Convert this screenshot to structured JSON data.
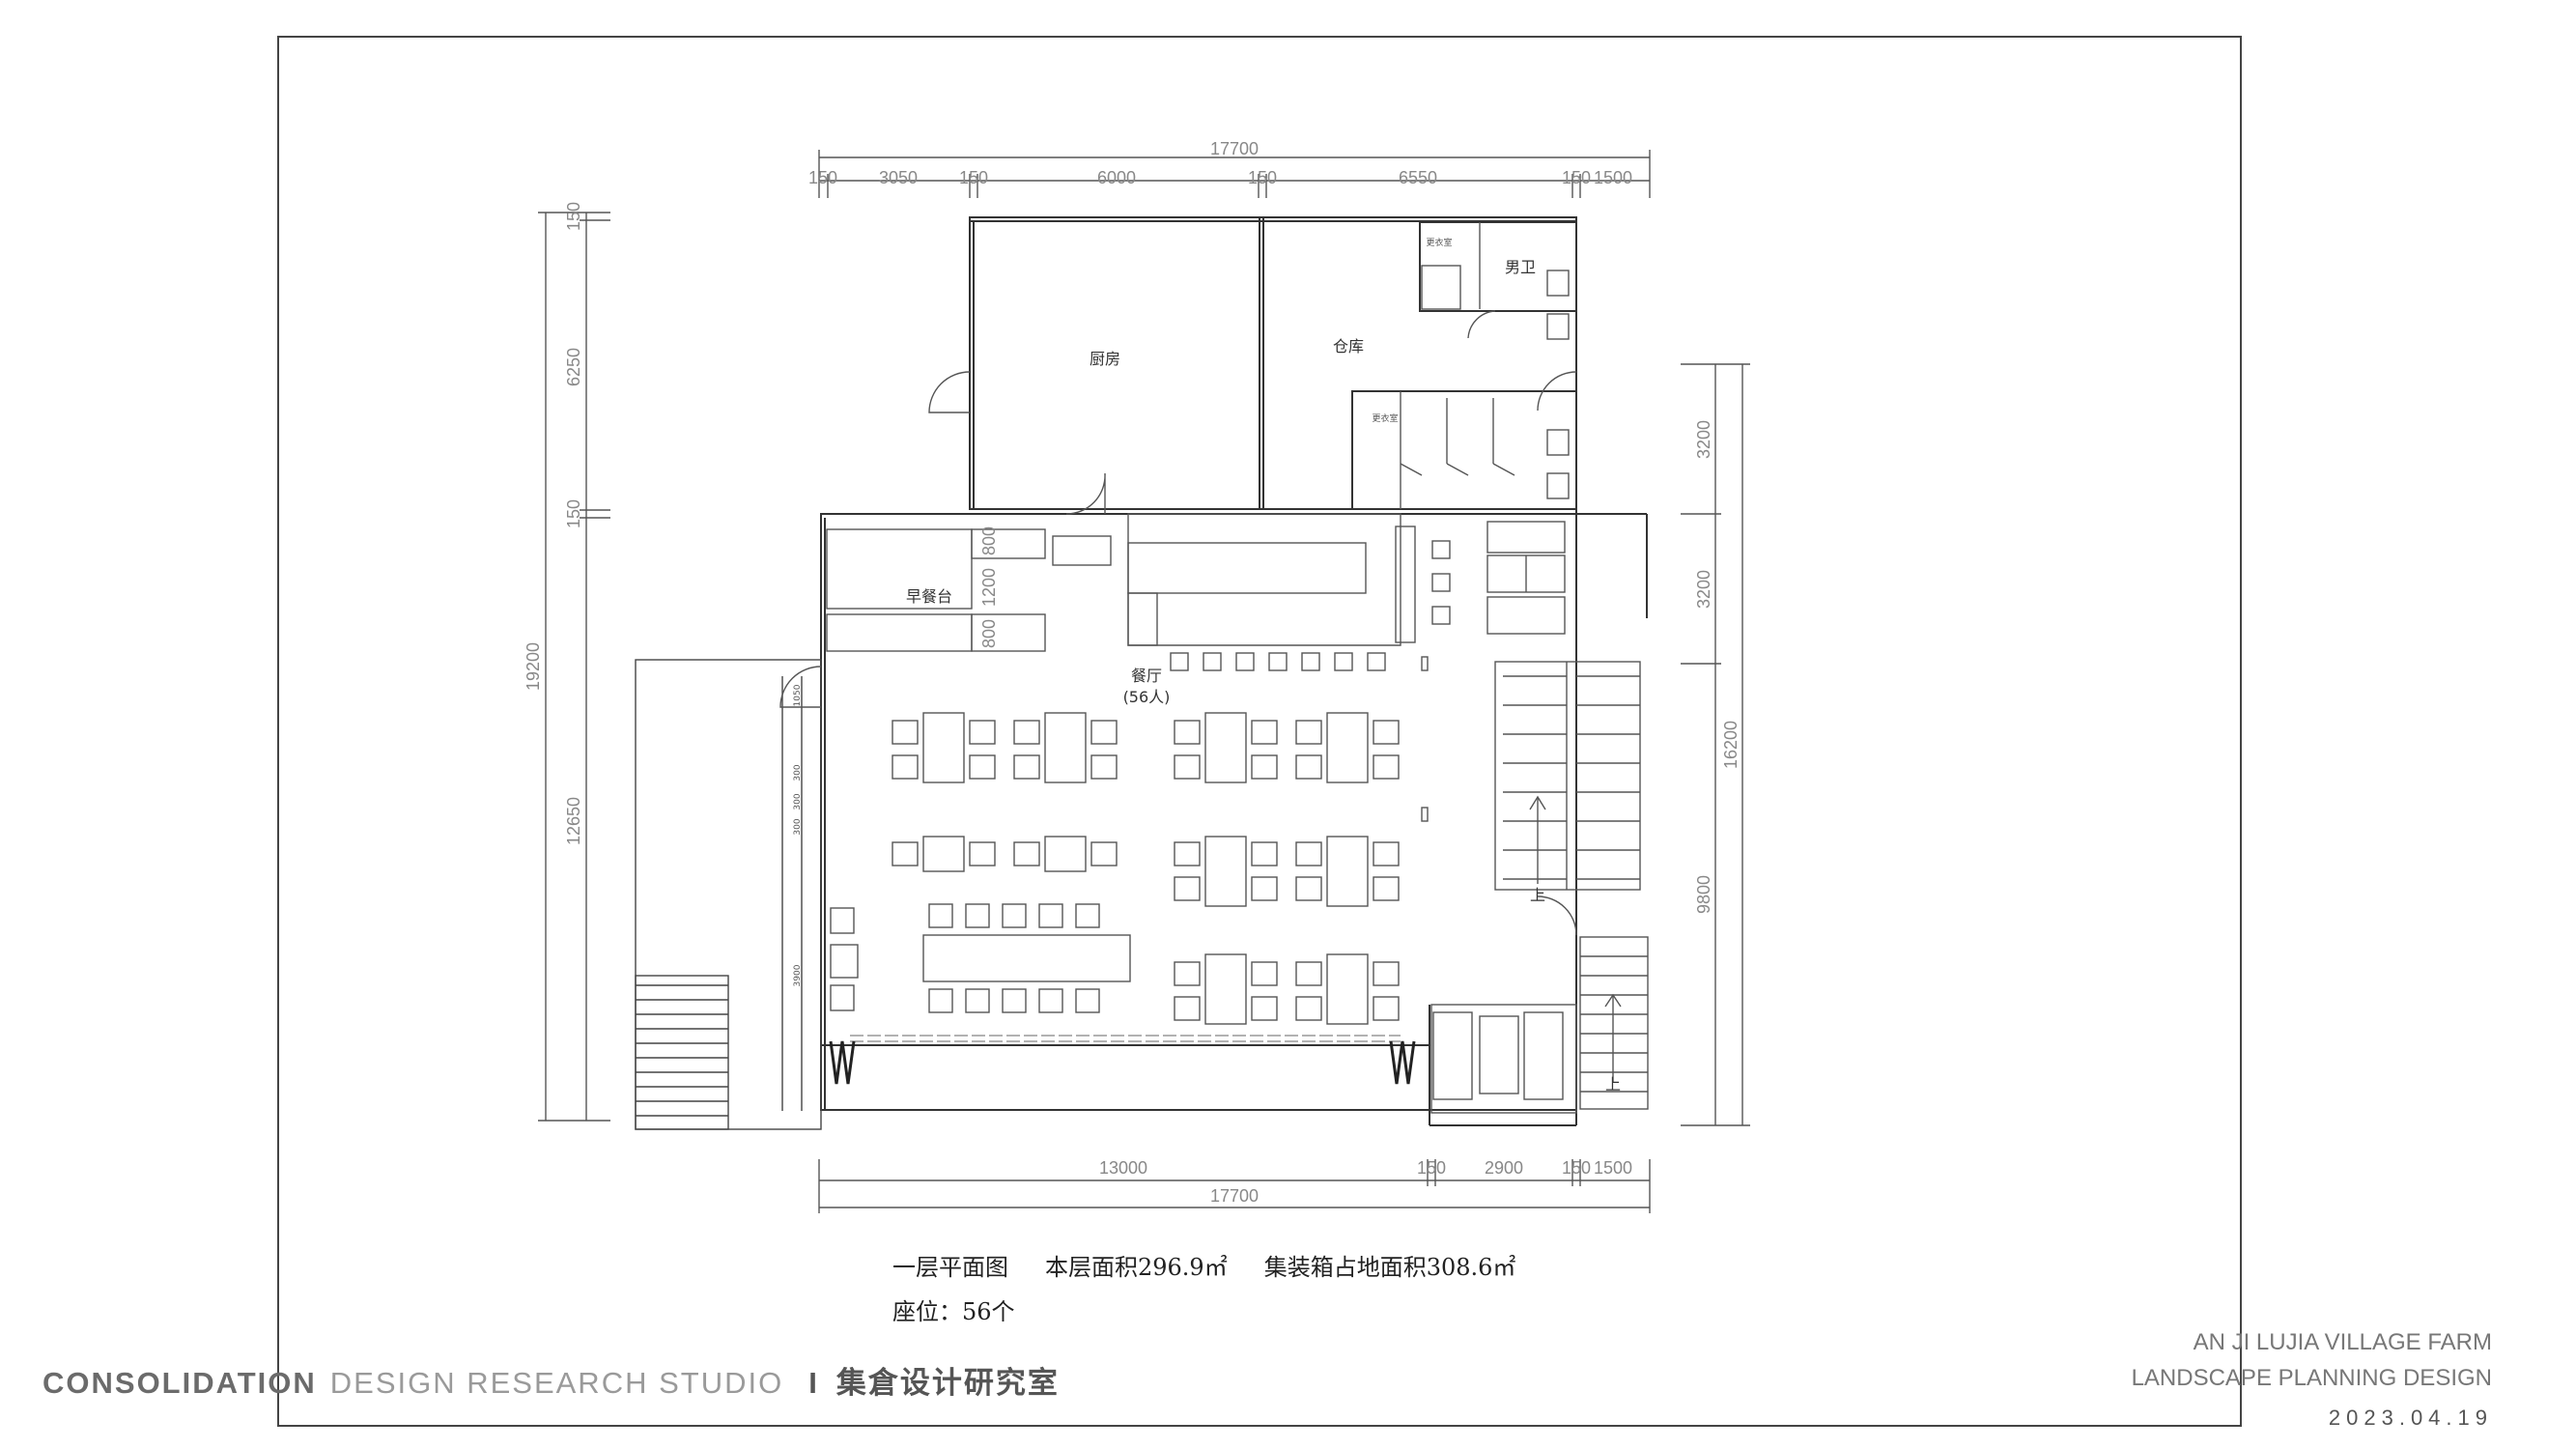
{
  "plan": {
    "rooms": {
      "kitchen": "厨房",
      "storage": "仓库",
      "mens_toilet": "男卫",
      "changing_1": "更衣室",
      "changing_2": "更衣室",
      "breakfast_counter": "早餐台",
      "dining_hall": "餐厅",
      "dining_capacity": "(56人)",
      "stair_up_1": "上",
      "stair_up_2": "上"
    },
    "dims_top": {
      "overall": "17700",
      "segments": [
        "150",
        "3050",
        "150",
        "6000",
        "150",
        "6550",
        "150",
        "1500"
      ]
    },
    "dims_bottom": {
      "overall": "17700",
      "segments": [
        "13000",
        "150",
        "2900",
        "150",
        "1500"
      ]
    },
    "dims_left": {
      "overall": "19200",
      "segments": [
        "150",
        "6250",
        "150",
        "12650"
      ]
    },
    "dims_right": {
      "overall": "16200",
      "segments": [
        "3200",
        "3200",
        "9800"
      ]
    },
    "dims_inner": [
      "800",
      "1200",
      "800"
    ],
    "dims_small": [
      "1050",
      "300",
      "300",
      "300",
      "3900"
    ]
  },
  "caption": {
    "title": "一层平面图",
    "floor_area": "本层面积296.9㎡",
    "container_area": "集装箱占地面积308.6㎡",
    "seats": "座位：56个"
  },
  "brand": {
    "name_bold": "CONSOLIDATION",
    "name_light": "DESIGN  RESEARCH  STUDIO",
    "separator": "I",
    "name_cn": "集倉设计研究室"
  },
  "project": {
    "line1": "AN JI LUJIA VILLAGE  FARM",
    "line2": "LANDSCAPE PLANNING DESIGN",
    "date": "2023.04.19"
  }
}
